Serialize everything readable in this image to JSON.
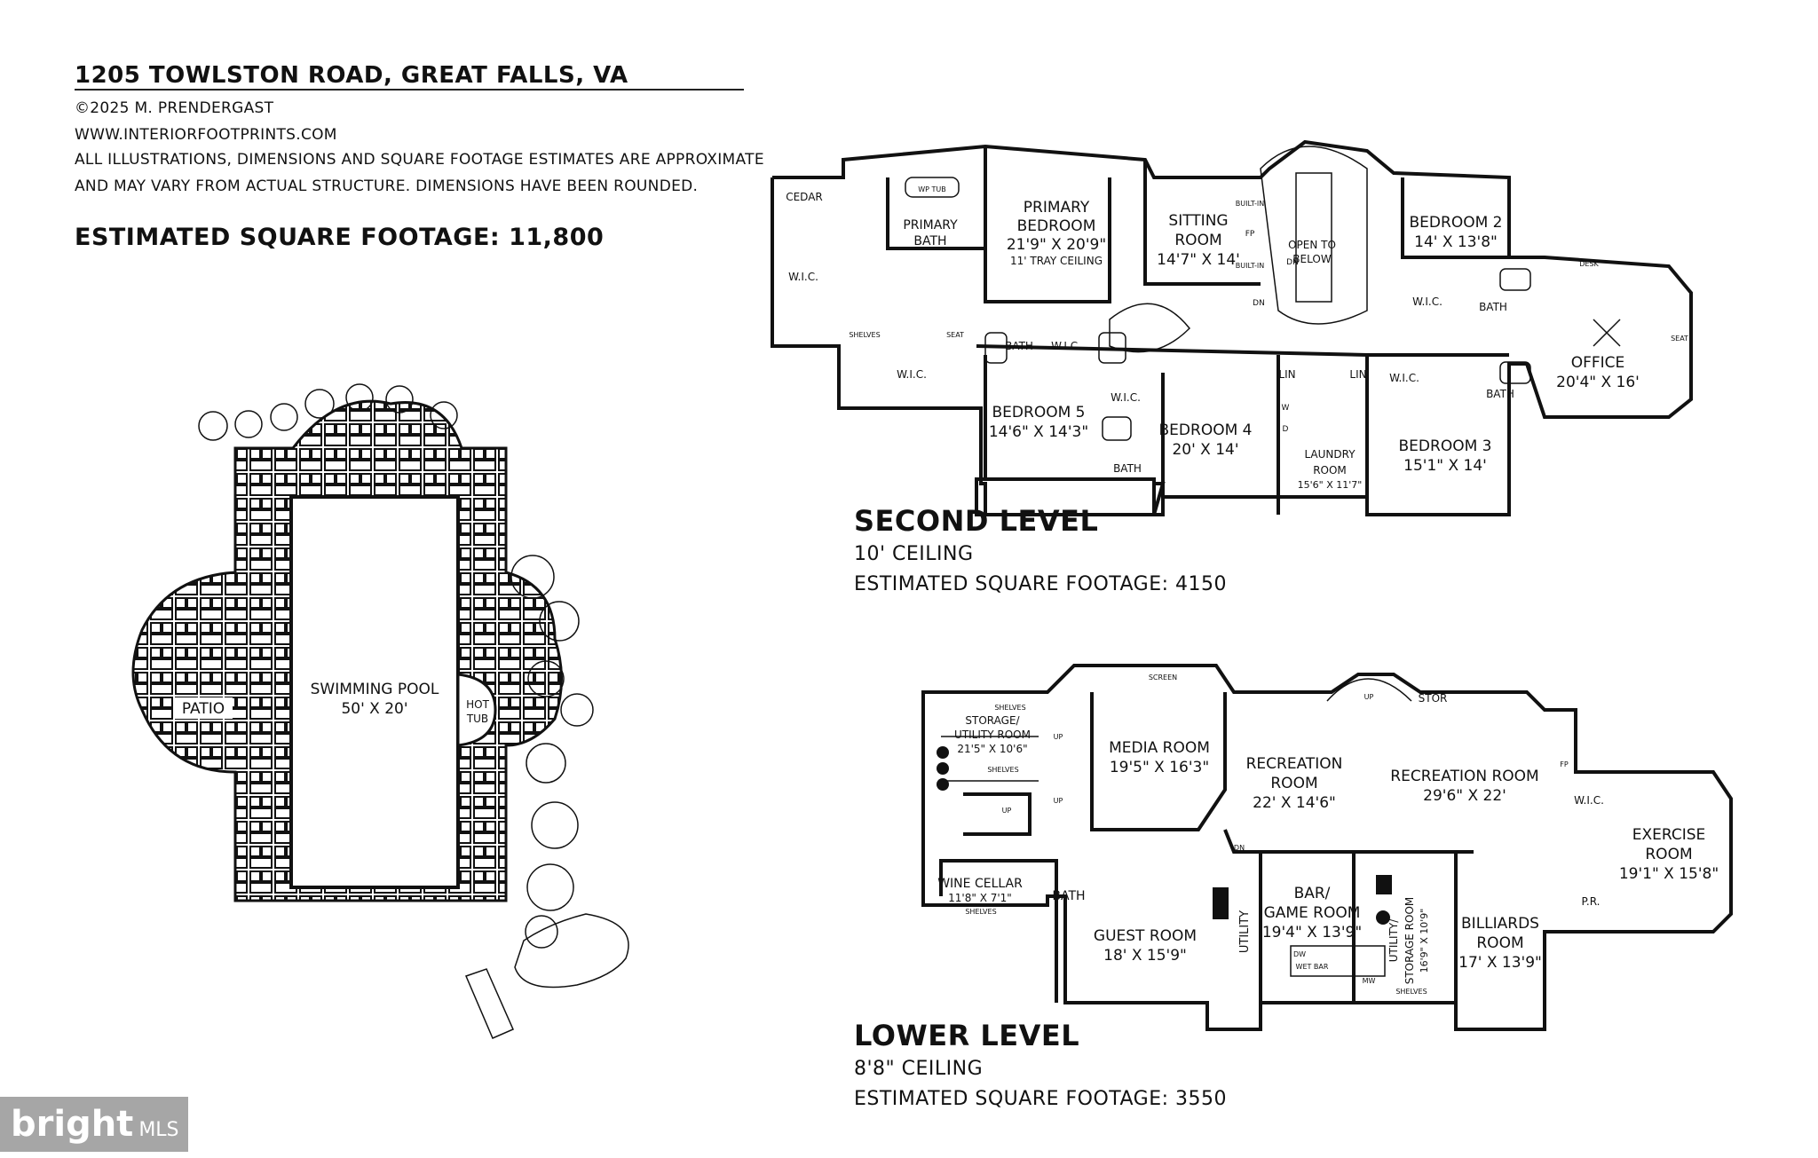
{
  "header": {
    "address": "1205 TOWLSTON ROAD, GREAT FALLS, VA",
    "copyright": "©2025 M. PRENDERGAST",
    "website": "WWW.INTERIORFOOTPRINTS.COM",
    "disclaimer_1": "ALL ILLUSTRATIONS, DIMENSIONS AND SQUARE FOOTAGE ESTIMATES ARE APPROXIMATE",
    "disclaimer_2": "AND MAY VARY FROM ACTUAL STRUCTURE. DIMENSIONS HAVE BEEN ROUNDED.",
    "total_sqft": "ESTIMATED SQUARE FOOTAGE: 11,800"
  },
  "second_level": {
    "title": "SECOND LEVEL",
    "ceiling": "10' CEILING",
    "sqft": "ESTIMATED SQUARE FOOTAGE: 4150",
    "rooms": {
      "cedar": "CEDAR",
      "wic_left": "W.I.C.",
      "primary_bath_1": "PRIMARY",
      "primary_bath_2": "BATH",
      "wp_tub": "WP TUB",
      "primary_bed_1": "PRIMARY",
      "primary_bed_2": "BEDROOM",
      "primary_bed_dim": "21'9\" X 20'9\"",
      "primary_bed_ceiling": "11' TRAY CEILING",
      "sitting_1": "SITTING",
      "sitting_2": "ROOM",
      "sitting_dim": "14'7\" X 14'",
      "open_1": "OPEN TO",
      "open_2": "BELOW",
      "bed2": "BEDROOM 2",
      "bed2_dim": "14' X 13'8\"",
      "wic_bed2": "W.I.C.",
      "bath_bed2": "BATH",
      "office": "OFFICE",
      "office_dim": "20'4\" X 16'",
      "desk": "DESK",
      "seat_office": "SEAT",
      "shelves": "SHELVES",
      "seat": "SEAT",
      "wic_lower": "W.I.C.",
      "bath_center": "BATH",
      "wic_center": "W.I.C.",
      "fp": "FP",
      "built_in_1": "BUILT-IN",
      "built_in_2": "BUILT-IN",
      "dn_1": "DN",
      "dn_2": "DN",
      "bed5": "BEDROOM 5",
      "bed5_dim": "14'6\" X 14'3\"",
      "wic_bed4": "W.I.C.",
      "bath_bed4": "BATH",
      "bed4": "BEDROOM 4",
      "bed4_dim": "20' X 14'",
      "lin_1": "LIN",
      "lin_2": "LIN",
      "w": "W",
      "d": "D",
      "laundry_1": "LAUNDRY",
      "laundry_2": "ROOM",
      "laundry_dim": "15'6\" X 11'7\"",
      "wic_bed3": "W.I.C.",
      "bed3": "BEDROOM 3",
      "bed3_dim": "15'1\" X 14'",
      "bath_bed3": "BATH"
    }
  },
  "lower_level": {
    "title": "LOWER LEVEL",
    "ceiling": "8'8\" CEILING",
    "sqft": "ESTIMATED SQUARE FOOTAGE: 3550",
    "rooms": {
      "storage_1": "STORAGE/",
      "storage_2": "UTILITY ROOM",
      "storage_dim": "21'5\" X 10'6\"",
      "shelves_top": "SHELVES",
      "shelves_mid": "SHELVES",
      "shelves_wine": "SHELVES",
      "shelves_bar": "SHELVES",
      "up_1": "UP",
      "up_2": "UP",
      "up_3": "UP",
      "up_4": "UP",
      "dn": "DN",
      "screen": "SCREEN",
      "media": "MEDIA ROOM",
      "media_dim": "19'5\" X 16'3\"",
      "rec1_1": "RECREATION",
      "rec1_2": "ROOM",
      "rec1_dim": "22' X 14'6\"",
      "rec2": "RECREATION ROOM",
      "rec2_dim": "29'6\" X 22'",
      "stor": "STOR",
      "fp": "FP",
      "wic": "W.I.C.",
      "exercise_1": "EXERCISE",
      "exercise_2": "ROOM",
      "exercise_dim": "19'1\" X 15'8\"",
      "pr": "P.R.",
      "wine_1": "WINE CELLAR",
      "wine_dim": "11'8\" X 7'1\"",
      "bath": "BATH",
      "guest": "GUEST ROOM",
      "guest_dim": "18' X 15'9\"",
      "utility": "UTILITY",
      "bar_1": "BAR/",
      "bar_2": "GAME ROOM",
      "bar_dim": "19'4\" X 13'9\"",
      "wet_bar": "WET BAR",
      "dw": "DW",
      "mw": "MW",
      "util_stor_1": "UTILITY/",
      "util_stor_2": "STORAGE ROOM",
      "util_stor_dim": "16'9\" X 10'9\"",
      "billiards_1": "BILLIARDS",
      "billiards_2": "ROOM",
      "billiards_dim": "17' X 13'9\""
    }
  },
  "outdoor": {
    "pool": "SWIMMING POOL",
    "pool_dim": "50' X 20'",
    "hot_1": "HOT",
    "hot_2": "TUB",
    "patio": "PATIO"
  },
  "logo": {
    "brand": "bright",
    "mls": "MLS"
  }
}
